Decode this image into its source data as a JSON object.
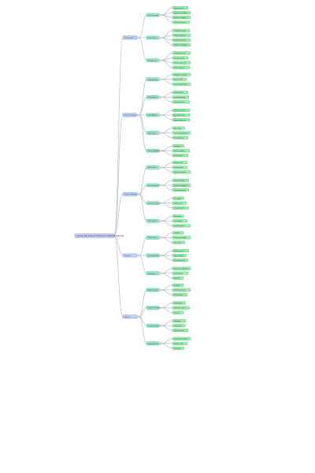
{
  "colors": {
    "root_fill": "#c7d3f8",
    "root_stroke": "#8fa3e6",
    "level1_fill": "#bfd3f6",
    "level1_stroke": "#86a5e2",
    "level2_fill": "#9ee6cf",
    "level2_stroke": "#5cc8a7",
    "leaf_fill": "#9fefb2",
    "leaf_stroke": "#5fd37f",
    "line": "#b8bdc5",
    "background": "#ffffff"
  },
  "mindmap": {
    "root": "Applied Data Science Professional Certificate Overview",
    "branches": [
      {
        "label": "Prerequisites",
        "children": [
          {
            "label": "Core Concepts",
            "leaves": [
              "Data structures",
              "Statistics foundations",
              "Basic linear algebra",
              "Calculus overview"
            ]
          },
          {
            "label": "Tools Setup",
            "leaves": [
              "Environment setup",
              "Python installation",
              "Notebook interface",
              "Version control basics"
            ]
          },
          {
            "label": "Reading List",
            "leaves": [
              "Introductory texts",
              "Research papers",
              "Online course notes",
              "Practice datasets"
            ]
          }
        ]
      },
      {
        "label": "Research Topics",
        "children": [
          {
            "label": "Data Analysis",
            "leaves": [
              "Exploratory analysis",
              "Data cleaning",
              "Feature engineering"
            ]
          },
          {
            "label": "Visualization",
            "leaves": [
              "Chart selection",
              "Dashboard design",
              "Interactive plots"
            ]
          },
          {
            "label": "Data Mining",
            "leaves": [
              "Pattern discovery",
              "Association rules",
              "Anomaly detection"
            ]
          },
          {
            "label": "Data Ethics",
            "leaves": [
              "Bias review",
              "Privacy considerations",
              "Responsible use"
            ]
          },
          {
            "label": "Domain Applications",
            "leaves": [
              "Healthcare",
              "Finance analytics",
              "Retail insights"
            ]
          }
        ]
      },
      {
        "label": "Career Pathways",
        "children": [
          {
            "label": "Junior Roles",
            "leaves": [
              "Analyst intern",
              "Data assistant",
              "Reporting associate"
            ]
          },
          {
            "label": "Specializations",
            "leaves": [
              "Machine learning",
              "Business intelligence",
              "Data engineering"
            ]
          },
          {
            "label": "Industry Sectors",
            "leaves": [
              "Technology",
              "Public sector",
              "Consulting firms"
            ]
          },
          {
            "label": "Skill Growth",
            "leaves": [
              "Mentorship",
              "Certifications",
              "Portfolio projects"
            ]
          }
        ]
      },
      {
        "label": "Outputs",
        "children": [
          {
            "label": "Final Project",
            "leaves": [
              "Capstone",
              "Project presentation",
              "Peer review"
            ]
          },
          {
            "label": "Documentation",
            "leaves": [
              "Technical report",
              "Code notebook",
              "Results summary"
            ]
          },
          {
            "label": "Publication",
            "leaves": [
              "Conference submission",
              "Journal article",
              "Blog post"
            ]
          }
        ]
      },
      {
        "label": "Metrics",
        "children": [
          {
            "label": "Model Quality",
            "leaves": [
              "Accuracy",
              "Precision & recall",
              "Error analysis"
            ]
          },
          {
            "label": "Progress Tracking",
            "leaves": [
              "Weekly goals",
              "Milestone reviews",
              "Time log"
            ]
          },
          {
            "label": "Learning Outcomes",
            "leaves": [
              "Skill rubric",
              "Quiz scores",
              "Self assessment"
            ]
          },
          {
            "label": "Impact Review",
            "leaves": [
              "Stakeholder feedback",
              "Business value",
              "Next steps"
            ]
          }
        ]
      }
    ]
  }
}
